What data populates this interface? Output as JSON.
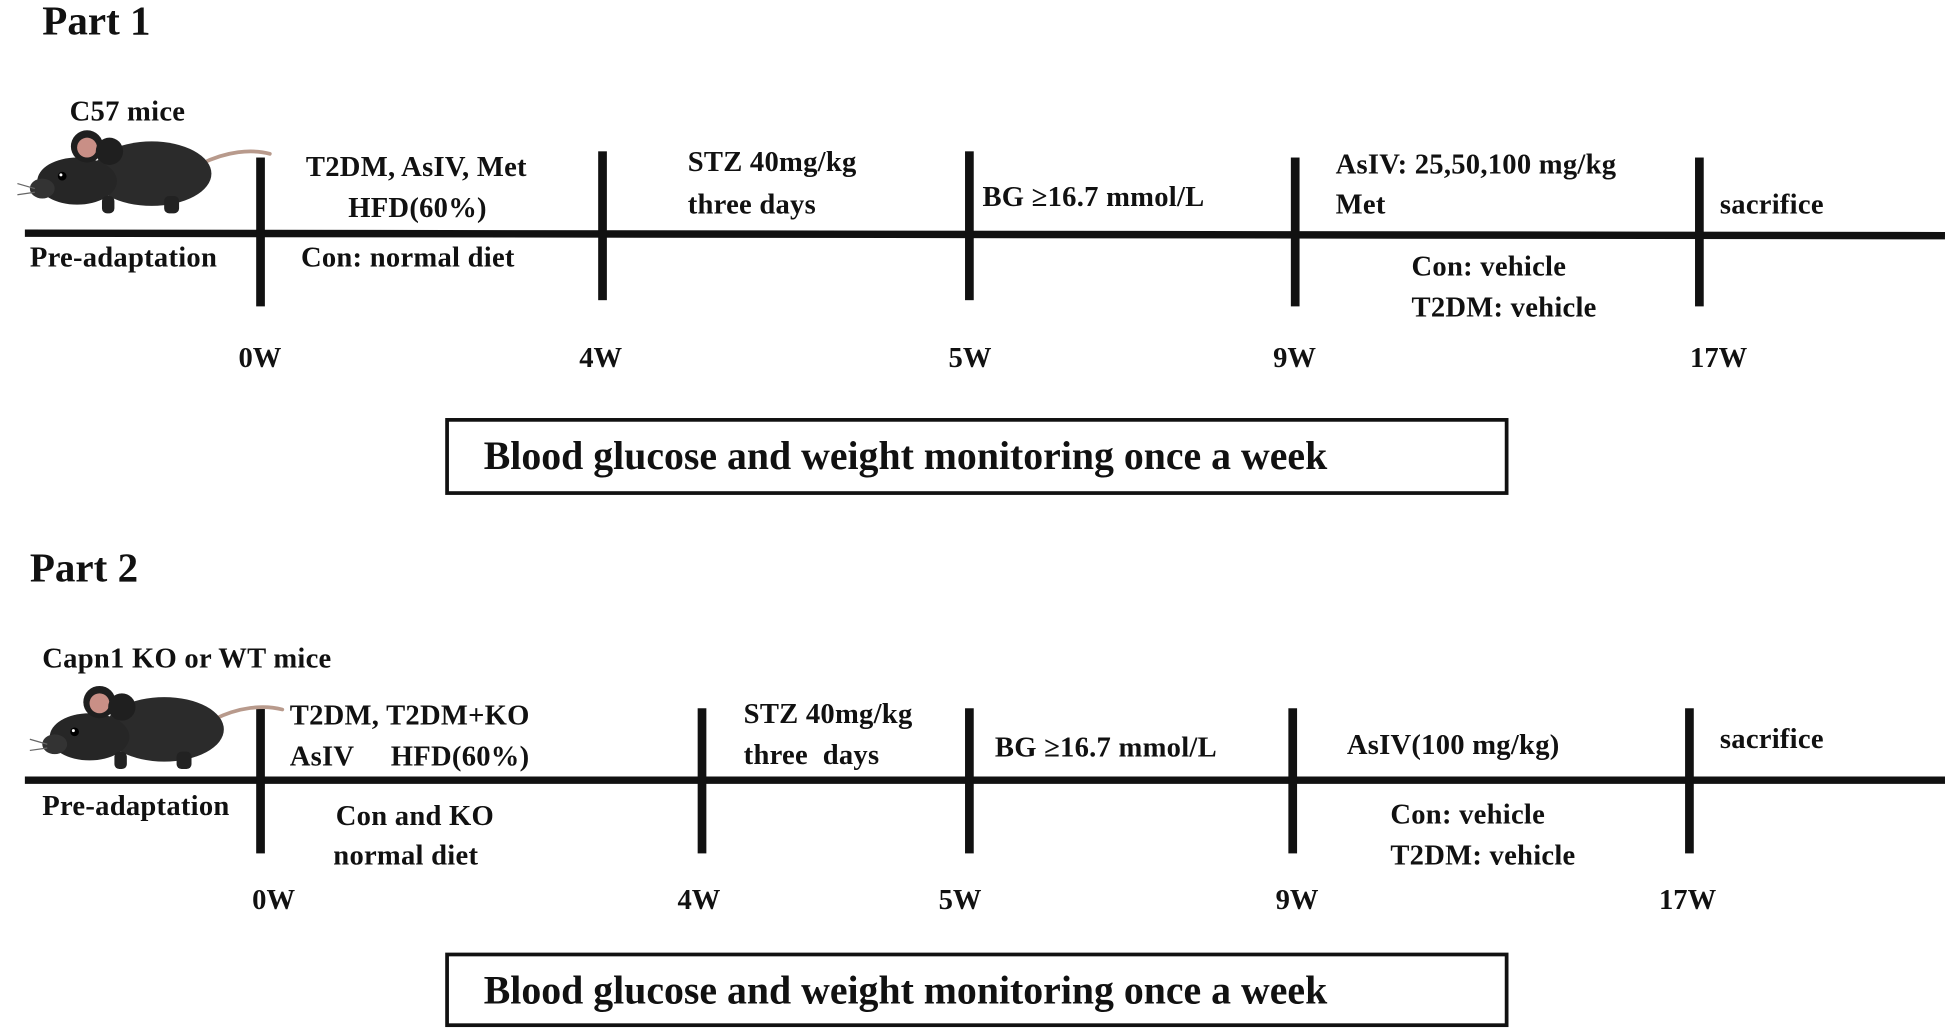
{
  "part1": {
    "title": "Part 1",
    "animal": "C57 mice",
    "pre_label": "Pre-adaptation",
    "labels": {
      "t2dm_line": "T2DM, AsIV, Met",
      "hfd": "HFD(60%)",
      "con_diet": "Con: normal diet",
      "stz": "STZ 40mg/kg",
      "stz_days": "three  days",
      "bg": "BG ≥16.7 mmol/L",
      "asiv": "AsIV: 25,50,100 mg/kg",
      "met": "Met",
      "con_vehicle": "Con: vehicle",
      "t2dm_vehicle": "T2DM: vehicle",
      "sacrifice": "sacrifice"
    },
    "weeks": [
      "0W",
      "4W",
      "5W",
      "9W",
      "17W"
    ],
    "monitor": "Blood glucose and weight monitoring once a week"
  },
  "part2": {
    "title": "Part 2",
    "animal": "Capn1 KO or  WT mice",
    "pre_label": "Pre-adaptation",
    "labels": {
      "t2dm_line": "T2DM, T2DM+KO",
      "asiv_hfd": "AsIV     HFD(60%)",
      "con_ko": "Con and KO",
      "normal_diet": "normal diet",
      "stz": "STZ 40mg/kg",
      "stz_days": "three  days",
      "bg": "BG ≥16.7 mmol/L",
      "asiv": "AsIV(100 mg/kg)",
      "con_vehicle": "Con: vehicle",
      "t2dm_vehicle": "T2DM: vehicle",
      "sacrifice": "sacrifice"
    },
    "weeks": [
      "0W",
      "4W",
      "5W",
      "9W",
      "17W"
    ],
    "monitor": "Blood glucose and weight monitoring once a week"
  },
  "colors": {
    "ink": "#111111",
    "mouse_body": "#2b2b2b",
    "mouse_tail": "#b89a8c",
    "mouse_ear": "#c98f86"
  },
  "icons": [
    "mouse-icon"
  ]
}
